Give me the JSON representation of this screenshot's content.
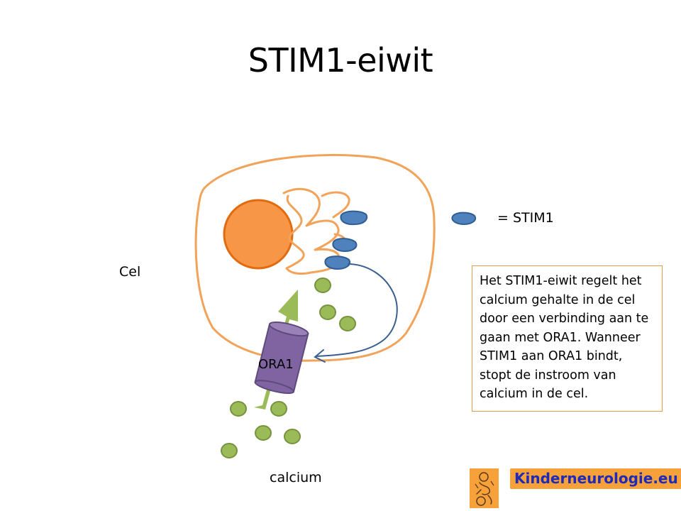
{
  "title": "STIM1-eiwit",
  "labels": {
    "cell": "Cel",
    "channel": "ORA1",
    "calcium": "calcium",
    "legend": "= STIM1"
  },
  "info_text": "Het STIM1-eiwit regelt het calcium gehalte in de cel door een verbinding aan te gaan met ORA1. Wanneer STIM1 aan ORA1 bindt, stopt de instroom van calcium in de cel.",
  "brand": "Kinderneurologie.eu",
  "colors": {
    "cell_membrane": "#f2a35a",
    "nucleus": "#f79646",
    "stim1": "#4f81bd",
    "calcium": "#9bbb59",
    "channel": "#8064a2",
    "signal_line": "#3a5f8f",
    "brand_bg": "#f7a13a",
    "brand_text": "#1d2bb8"
  },
  "icons": [
    "logo-icon"
  ]
}
